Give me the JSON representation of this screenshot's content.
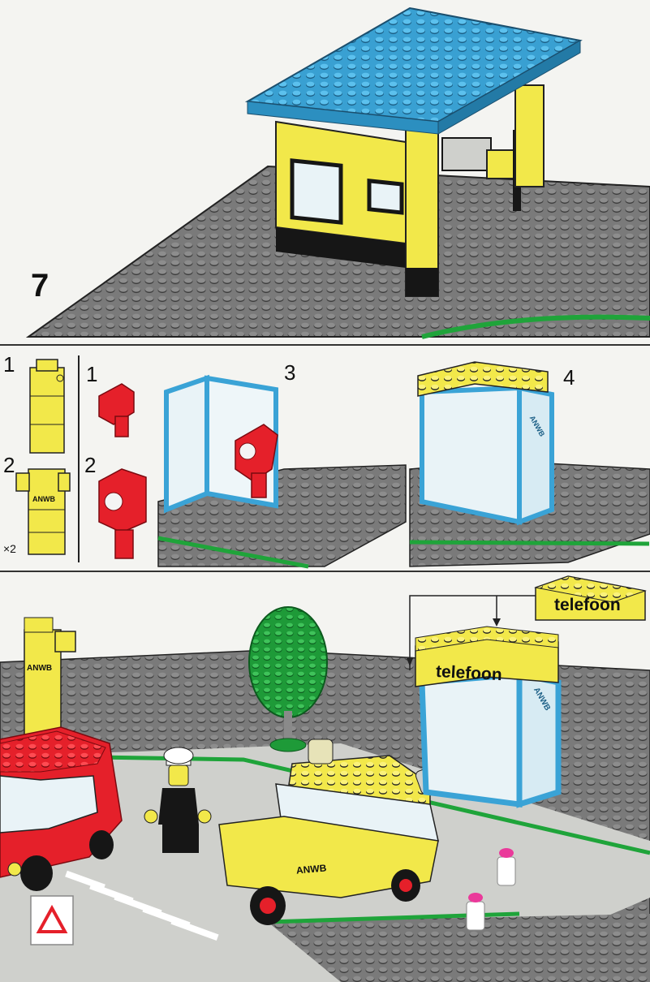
{
  "top_panel": {
    "step_number": "7"
  },
  "middle_panel": {
    "pillar_steps": {
      "first": "1",
      "second": "2",
      "multiplier": "×2"
    },
    "pillar_sign_text": "ANWB",
    "phone_steps": {
      "first": "1",
      "second": "2"
    },
    "booth_steps": {
      "third": "3",
      "fourth": "4"
    },
    "booth_side_text": "ANWB"
  },
  "bottom_panel": {
    "sign_brick_text": "telefoon",
    "booth_sign_text": "telefoon",
    "booth_side_text": "ANWB",
    "pillar_text": "ANWB",
    "car_text": "ANWB"
  },
  "colors": {
    "baseplate": "#6d6d6d",
    "stud": "#4a4a4a",
    "road": "#cfd0cc",
    "grass_line": "#1fa43a",
    "lego_yellow": "#f2e84a",
    "lego_blue": "#3aa3d6",
    "lego_red": "#e5202a",
    "lego_black": "#161616",
    "tree_green": "#1e9a38"
  }
}
